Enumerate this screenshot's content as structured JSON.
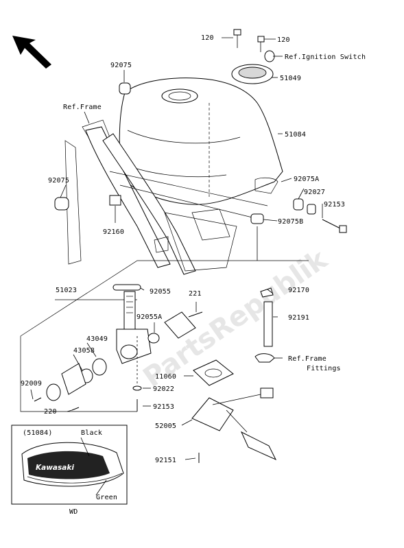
{
  "watermark": "PartsRepublik",
  "inset": {
    "ref": "(51084)",
    "black_label": "Black",
    "green_label": "Green",
    "decal_text": "Kawasaki",
    "footer": "WD"
  },
  "labels": {
    "p120_left": "120",
    "p120_right": "120",
    "ref_ignition": "Ref.Ignition Switch",
    "p51049": "51049",
    "p92075_top": "92075",
    "ref_frame": "Ref.Frame",
    "p51084": "51084",
    "p92075_left": "92075",
    "p92075A": "92075A",
    "p92027": "92027",
    "p92153_right": "92153",
    "p92075B": "92075B",
    "p92160": "92160",
    "p51023": "51023",
    "p92055": "92055",
    "p221": "221",
    "p92055A": "92055A",
    "p43049": "43049",
    "p43058": "43058",
    "p92170": "92170",
    "p92191": "92191",
    "ref_frame_fittings_1": "Ref.Frame",
    "ref_frame_fittings_2": "Fittings",
    "p11060": "11060",
    "p92009": "92009",
    "p92022": "92022",
    "p220": "220",
    "p92153_bottom": "92153",
    "p52005": "52005",
    "p92151": "92151"
  }
}
